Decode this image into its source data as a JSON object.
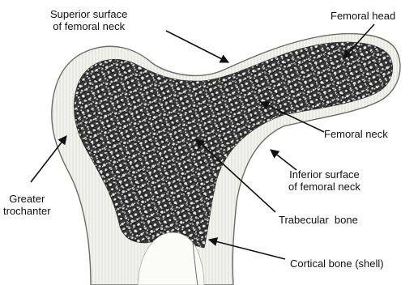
{
  "labels": {
    "superior_surface": {
      "line1": "Superior surface",
      "line2": "of femoral neck"
    },
    "femoral_head": "Femoral head",
    "femoral_neck": "Femoral neck",
    "inferior_surface": {
      "line1": "Inferior surface",
      "line2": "of femoral neck"
    },
    "greater_trochanter": {
      "line1": "Greater",
      "line2": "trochanter"
    },
    "trabecular_bone": "Trabecular  bone",
    "cortical_bone": "Cortical bone (shell)"
  },
  "colors": {
    "background": "#ffffff",
    "cortex": "#f2f2ec",
    "cortex_outline": "#6b6b66",
    "trabecular_dark": "#2b2b2b",
    "trabecular_light": "#e8e8e8",
    "arrow": "#111111"
  }
}
